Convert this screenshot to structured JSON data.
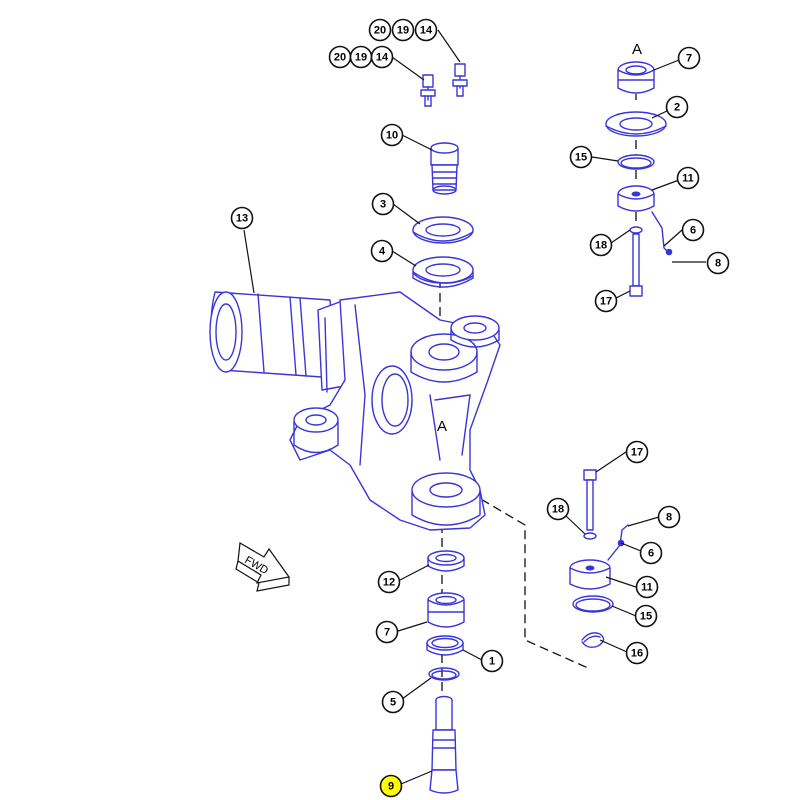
{
  "view_labels": {
    "top": "A",
    "center": "A"
  },
  "fwd_label": "FWD",
  "colors": {
    "line": "#3a35d8",
    "highlight": "#ffff00",
    "ink": "#111111"
  },
  "highlighted_callout": "9",
  "callouts": [
    {
      "id": "c-20-a",
      "num": "20"
    },
    {
      "id": "c-19-a",
      "num": "19"
    },
    {
      "id": "c-14-a",
      "num": "14"
    },
    {
      "id": "c-20-b",
      "num": "20"
    },
    {
      "id": "c-19-b",
      "num": "19"
    },
    {
      "id": "c-14-b",
      "num": "14"
    },
    {
      "id": "c-10",
      "num": "10"
    },
    {
      "id": "c-3",
      "num": "3"
    },
    {
      "id": "c-4",
      "num": "4"
    },
    {
      "id": "c-13",
      "num": "13"
    },
    {
      "id": "c-7-top",
      "num": "7"
    },
    {
      "id": "c-2",
      "num": "2"
    },
    {
      "id": "c-15-top",
      "num": "15"
    },
    {
      "id": "c-11-top",
      "num": "11"
    },
    {
      "id": "c-6-top",
      "num": "6"
    },
    {
      "id": "c-18-top",
      "num": "18"
    },
    {
      "id": "c-8-top",
      "num": "8"
    },
    {
      "id": "c-17-top",
      "num": "17"
    },
    {
      "id": "c-17-bot",
      "num": "17"
    },
    {
      "id": "c-18-bot",
      "num": "18"
    },
    {
      "id": "c-8-bot",
      "num": "8"
    },
    {
      "id": "c-6-bot",
      "num": "6"
    },
    {
      "id": "c-11-bot",
      "num": "11"
    },
    {
      "id": "c-15-bot",
      "num": "15"
    },
    {
      "id": "c-16",
      "num": "16"
    },
    {
      "id": "c-12",
      "num": "12"
    },
    {
      "id": "c-7-bot",
      "num": "7"
    },
    {
      "id": "c-1",
      "num": "1"
    },
    {
      "id": "c-5",
      "num": "5"
    },
    {
      "id": "c-9",
      "num": "9"
    }
  ]
}
